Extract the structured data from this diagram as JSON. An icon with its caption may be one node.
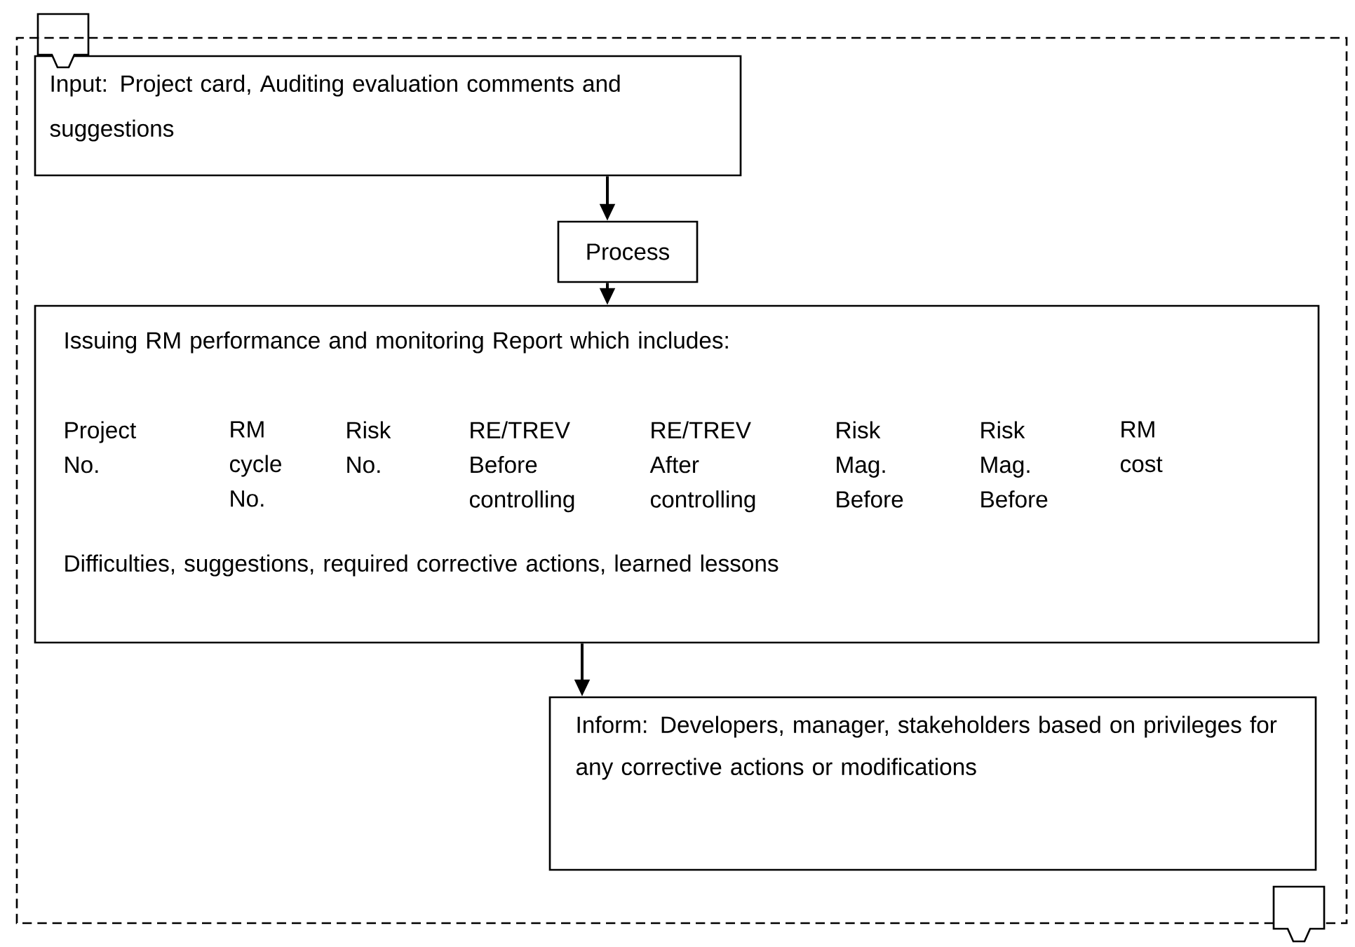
{
  "diagram": {
    "nodes": [
      {
        "text": [
          "Input: Project card, Auditing evaluation comments and suggestions"
        ]
      },
      {
        "text": [
          "Process"
        ]
      },
      {
        "text": [
          "Issuing RM performance and monitoring Report which includes:",
          "Project No.",
          "RM cycle No.",
          "Risk No.",
          "RE/TREV Before controlling",
          "RE/TREV After controlling",
          "Risk Mag. Before",
          "Risk Mag. Before",
          "RM cost",
          "Difficulties, suggestions, required corrective actions, learned lessons"
        ]
      },
      {
        "text": [
          "Inform: Developers, manager, stakeholders based on privileges for any corrective actions or modifications"
        ]
      },
      {
        "text": [],
        "shape": "pentagon"
      },
      {
        "text": [],
        "shape": "pentagon"
      }
    ],
    "edges": [
      {
        "from": 0,
        "to": 1,
        "arrow": "to"
      },
      {
        "from": 1,
        "to": 2,
        "arrow": "to"
      },
      {
        "from": 2,
        "to": 3,
        "arrow": "to"
      },
      {
        "from": 5,
        "to": 4,
        "arrow": "none",
        "style": "dashed"
      }
    ]
  }
}
